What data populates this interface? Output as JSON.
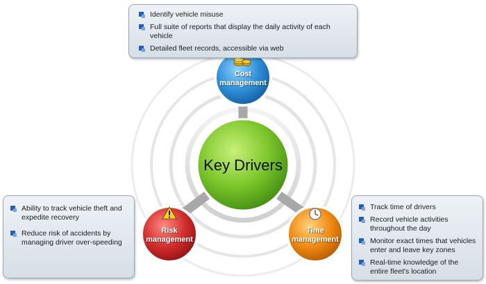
{
  "center": {
    "label": "Key Drivers"
  },
  "nodes": {
    "cost": {
      "line1": "Cost",
      "line2": "management"
    },
    "risk": {
      "line1": "Risk",
      "line2": "management"
    },
    "time": {
      "line1": "Time",
      "line2": "management"
    }
  },
  "boxes": {
    "top": [
      "Identify vehicle misuse",
      "Full suite of reports that display the daily activity of each vehicle",
      "Detailed fleet records, accessible via web"
    ],
    "left": [
      "Ability to track vehicle theft and expedite recovery",
      "Reduce risk of accidents by managing driver over-speeding"
    ],
    "right": [
      "Track time of drivers",
      "Record vehicle activities throughout the day",
      "Monitor exact times that vehicles enter and leave key zones",
      "Real-time knowledge of the entire fleet's location"
    ]
  },
  "colors": {
    "center": "#7cc62b",
    "cost": "#2f8fd8",
    "risk": "#d22e2e",
    "time": "#f08a12",
    "bullet": "#1f5fb8"
  },
  "icons": {
    "cost": "coins-icon",
    "risk": "warning-icon",
    "time": "clock-icon"
  }
}
